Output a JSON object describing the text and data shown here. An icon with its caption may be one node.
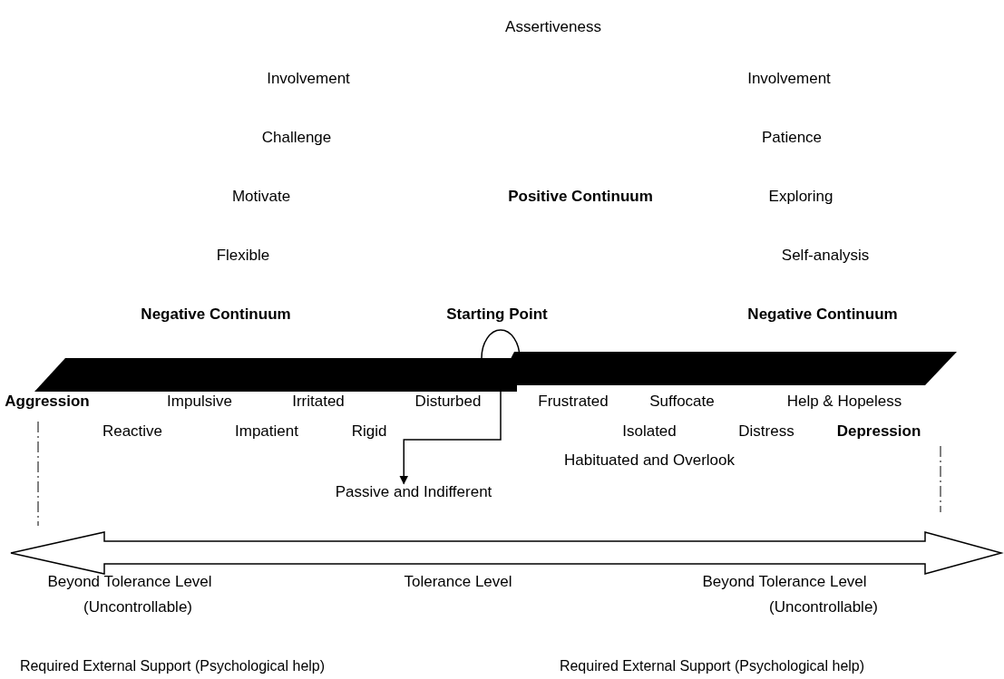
{
  "diagram": {
    "nodes": [
      {
        "text": [],
        "shape": "circle",
        "beside": [
          "Starting Point"
        ]
      },
      {
        "text": [
          "Passive and Indifferent"
        ]
      }
    ],
    "edges": [
      {
        "from": 0,
        "to": 1,
        "arrow": "to"
      }
    ],
    "labels": [
      "Assertiveness",
      "Involvement",
      "Involvement",
      "Challenge",
      "Patience",
      "Motivate",
      "Positive Continuum",
      "Exploring",
      "Flexible",
      "Self-analysis",
      "Negative Continuum",
      "Negative Continuum",
      "Aggression",
      "Impulsive",
      "Irritated",
      "Disturbed",
      "Frustrated",
      "Suffocate",
      "Help & Hopeless",
      "Reactive",
      "Impatient",
      "Rigid",
      "Isolated",
      "Distress",
      "Depression",
      "Habituated and Overlook",
      "Beyond Tolerance Level",
      "Tolerance Level",
      "Beyond Tolerance Level",
      "(Uncontrollable)",
      "(Uncontrollable)",
      "Required External Support (Psychological help)",
      "Required External Support (Psychological help)"
    ]
  }
}
